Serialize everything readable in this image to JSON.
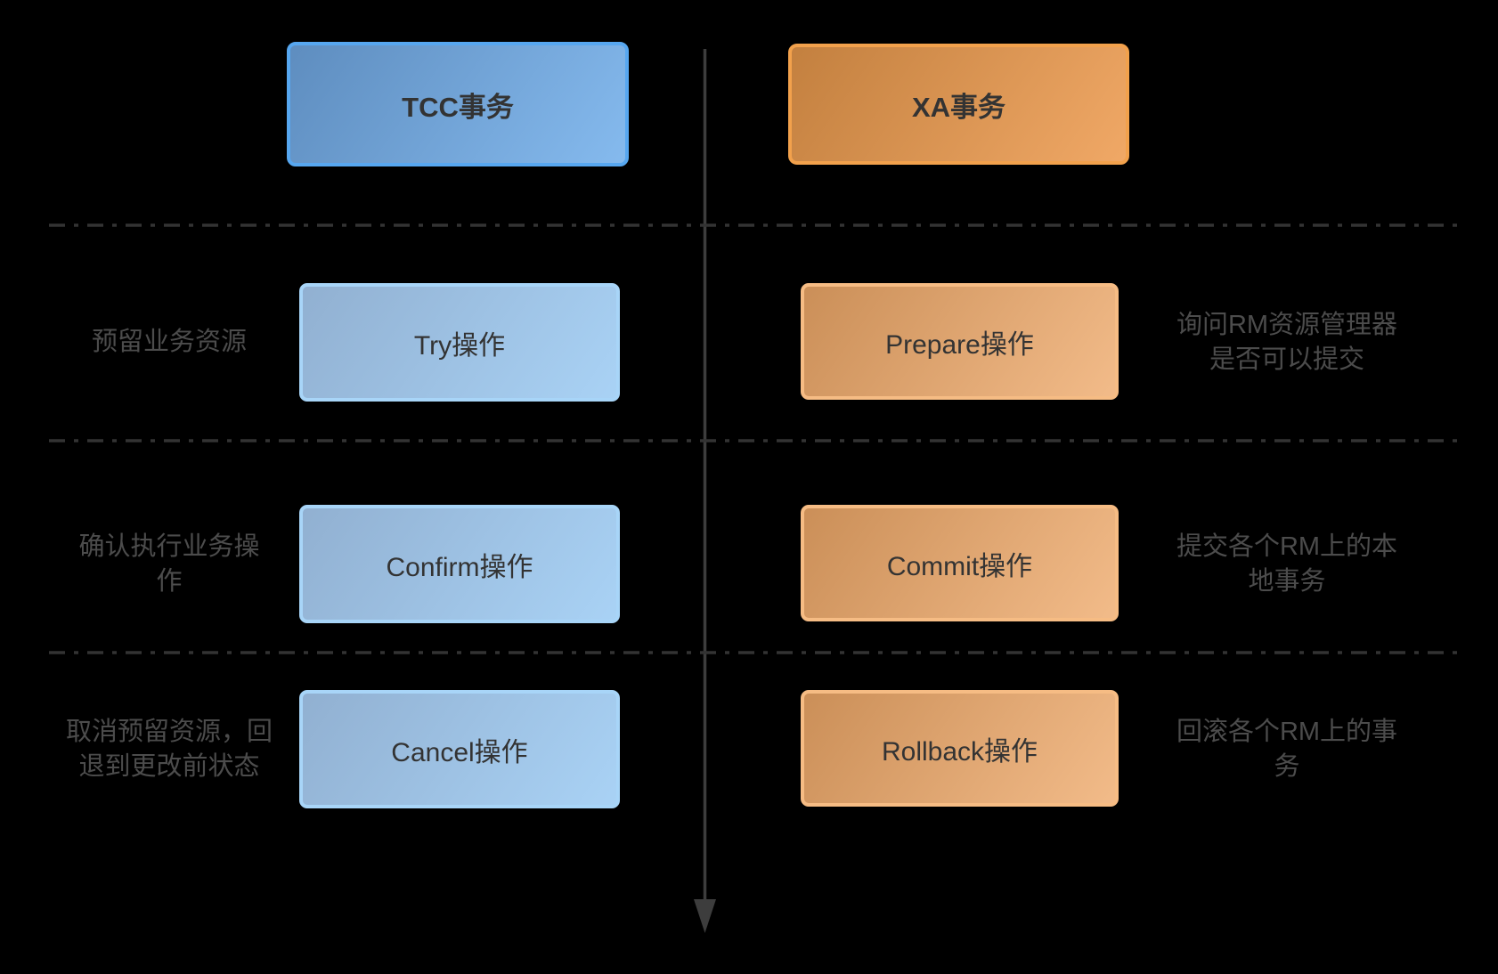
{
  "diagram": {
    "columns": {
      "tcc_title": "TCC事务",
      "xa_title": "XA事务"
    },
    "rows": [
      {
        "left_label": "预留业务资源",
        "tcc_op": "Try操作",
        "xa_op": "Prepare操作",
        "right_label": "询问RM资源管理器\n是否可以提交"
      },
      {
        "left_label": "确认执行业务操\n作",
        "tcc_op": "Confirm操作",
        "xa_op": "Commit操作",
        "right_label": "提交各个RM上的本\n地事务"
      },
      {
        "left_label": "取消预留资源，回\n退到更改前状态",
        "tcc_op": "Cancel操作",
        "xa_op": "Rollback操作",
        "right_label": "回滚各个RM上的事\n务"
      }
    ],
    "colors": {
      "background": "#000000",
      "tcc_header_fill_start": "#5e8dbf",
      "tcc_header_fill_end": "#85baee",
      "tcc_header_border": "#57a7f0",
      "tcc_node_fill_start": "#91b0d1",
      "tcc_node_fill_end": "#a9d2f5",
      "tcc_node_border": "#a8d5f8",
      "xa_header_fill_start": "#c3803f",
      "xa_header_fill_end": "#f0a866",
      "xa_header_border": "#f2a14c",
      "xa_node_fill_start": "#cb8f58",
      "xa_node_fill_end": "#f2bb89",
      "xa_node_border": "#f6bc84",
      "node_text": "#333333",
      "side_label_text": "#4c4c4c",
      "separator_line": "#333333",
      "timeline_line": "#3d3d3d"
    }
  }
}
